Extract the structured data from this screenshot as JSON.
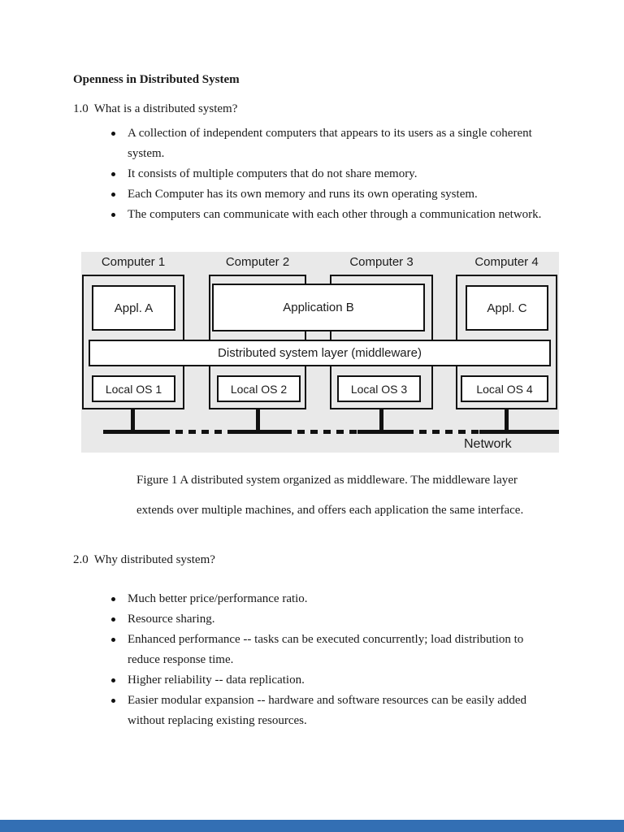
{
  "doc": {
    "title": "Openness in Distributed System",
    "section1": {
      "number": "1.0",
      "heading": "What is a distributed system?",
      "bullets": [
        "A collection of independent computers that appears to its users as a single coherent system.",
        "It consists of multiple computers that do not share memory.",
        "Each Computer has its own memory and runs its own operating system.",
        "The computers can communicate with each other through a communication network."
      ]
    },
    "figure": {
      "computer_labels": [
        "Computer 1",
        "Computer 2",
        "Computer 3",
        "Computer 4"
      ],
      "app_a": "Appl. A",
      "app_b": "Application B",
      "app_c": "Appl. C",
      "middleware": "Distributed system layer (middleware)",
      "local_os": [
        "Local OS 1",
        "Local OS 2",
        "Local OS 3",
        "Local OS 4"
      ],
      "network": "Network",
      "caption_line1": "Figure 1 A distributed system organized as middleware. The middleware layer",
      "caption_line2": "extends over multiple machines, and offers each application the same interface."
    },
    "section2": {
      "number": "2.0",
      "heading": "Why distributed system?",
      "bullets": [
        "Much better price/performance ratio.",
        "Resource sharing.",
        "Enhanced performance -- tasks can be executed concurrently; load distribution to reduce response time.",
        "Higher reliability -- data replication.",
        "Easier modular expansion -- hardware and software resources can be easily added without replacing existing resources."
      ]
    }
  },
  "colors": {
    "figure_background": "#e9e9e9",
    "box_border": "#111111",
    "text": "#1a1a1a",
    "footer_bar": "#336fb4"
  }
}
